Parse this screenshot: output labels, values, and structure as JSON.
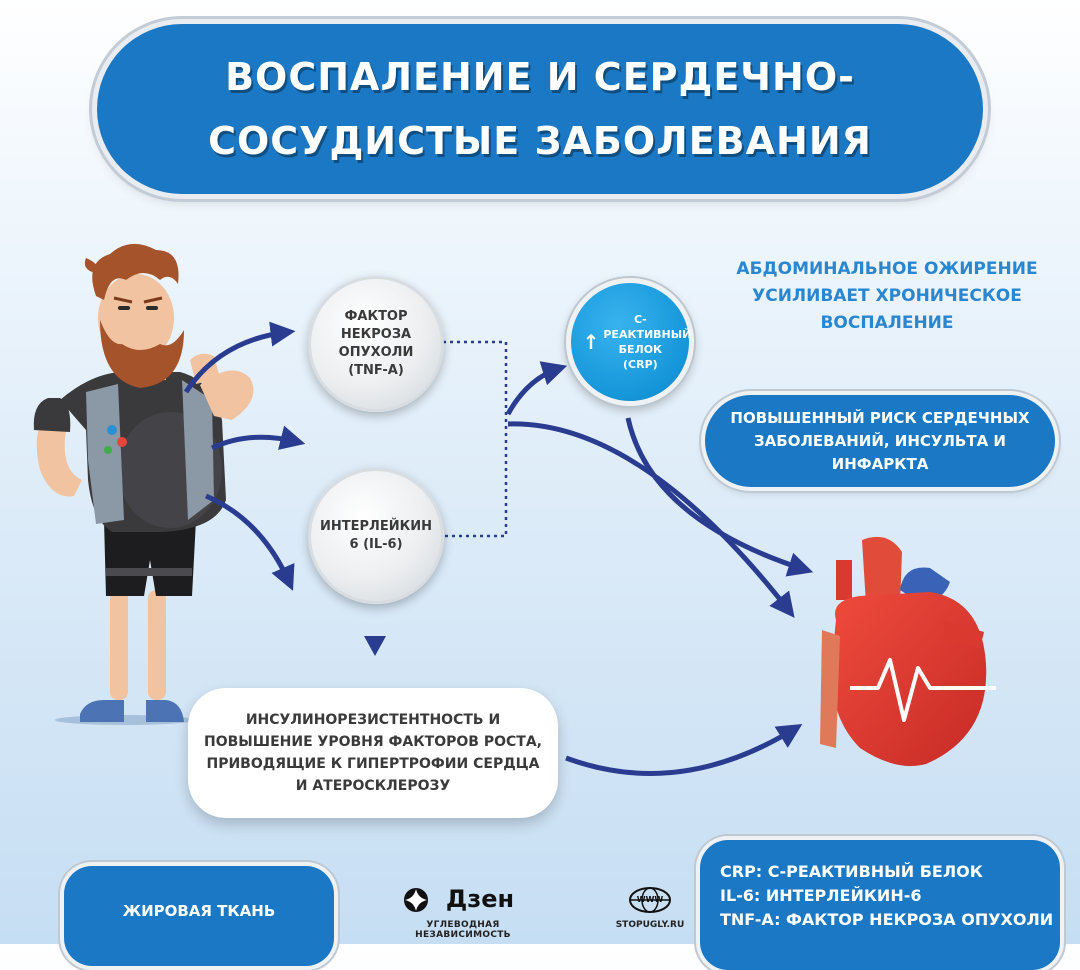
{
  "title": "Воспаление и сердечно-сосудистые заболевания",
  "nodes": {
    "tnf": "Фактор некроза опухоли (TNF-а)",
    "il6": "Интерлейкин 6 (IL-6)",
    "crp": "С-реактивный белок (CRP)",
    "insulin": "Инсулинорезистентность и повышение уровня факторов роста, приводящие к гипертрофии сердца и атеросклерозу"
  },
  "note": "Абдоминальное ожирение усиливает хроническое воспаление",
  "risk": "Повышенный риск сердечных заболеваний, инсульта и инфаркта",
  "fat_tissue": "Жировая ткань",
  "legend": [
    "CRP: С-реактивный белок",
    "IL-6: Интерлейкин-6",
    "TNF-a: фактор некроза опухоли"
  ],
  "logos": {
    "dzen_name": "Дзен",
    "dzen_sub": "Углеводная независимость",
    "www_text": "WWW",
    "www_sub": "stopugly.ru"
  },
  "colors": {
    "primary_blue": "#1b78c5",
    "light_blue": "#1596d9",
    "arrow_navy": "#2a3c8f",
    "note_blue": "#2a86cf"
  }
}
